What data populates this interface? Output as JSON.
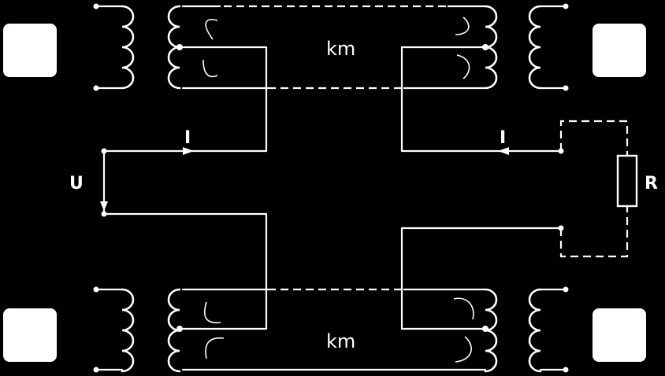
{
  "labels": {
    "voltage": "U",
    "current_left": "I",
    "current_right": "I",
    "resistor": "R",
    "cable_top": "km",
    "cable_bottom": "km"
  },
  "colors": {
    "background": "#000000",
    "lines": "#ffffff"
  }
}
